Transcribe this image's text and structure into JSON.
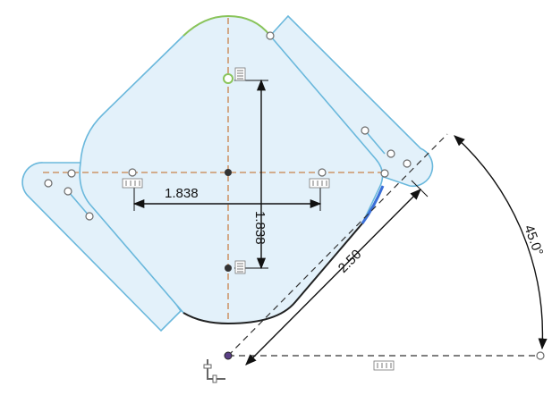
{
  "dimensions": {
    "horizontal_width": "1.838",
    "vertical_height": "1.838",
    "diagonal_length": "2.50",
    "angle": "45.0°"
  },
  "icons": {
    "constraint_horizontal": "horizontal-constraint-icon",
    "constraint_vertical": "vertical-constraint-icon",
    "origin_axis": "sketch-origin-axis-icon"
  },
  "colors": {
    "profile_fill": "#e3f1fa",
    "profile_stroke": "#6ab8dc",
    "construction": "#c8824a",
    "dimension": "#111111",
    "tangent_green": "#8ac45a",
    "arc_blue": "#3a6fd8",
    "origin_point": "#5a3f86"
  }
}
